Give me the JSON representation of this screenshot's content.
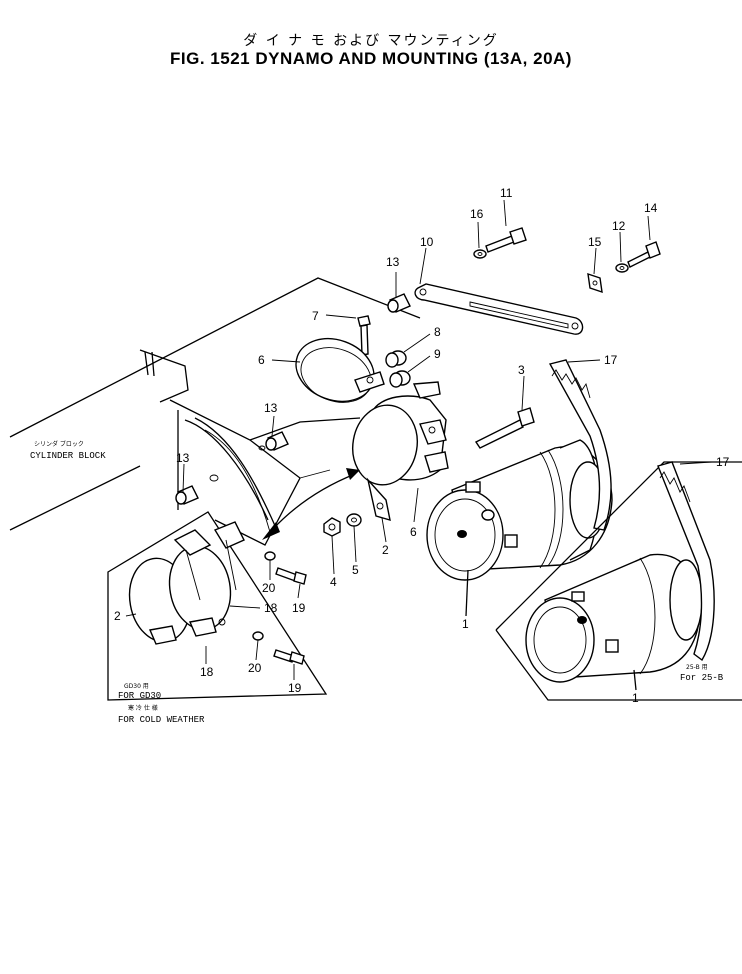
{
  "title": {
    "japanese": "ダ イ ナ モ  および  マウンティング",
    "english": "FIG. 1521  DYNAMO AND MOUNTING (13A, 20A)"
  },
  "callouts": {
    "c1a": "1",
    "c1b": "1",
    "c2a": "2",
    "c2b": "2",
    "c3": "3",
    "c4": "4",
    "c5": "5",
    "c6a": "6",
    "c6b": "6",
    "c7": "7",
    "c8": "8",
    "c9": "9",
    "c10": "10",
    "c11": "11",
    "c12": "12",
    "c13a": "13",
    "c13b": "13",
    "c13c": "13",
    "c14": "14",
    "c15": "15",
    "c16": "16",
    "c17a": "17",
    "c17b": "17",
    "c18a": "18",
    "c18b": "18",
    "c19a": "19",
    "c19b": "19",
    "c20a": "20",
    "c20b": "20"
  },
  "labels": {
    "cylinder_block_jp": "シリンダ ブロック",
    "cylinder_block": "CYLINDER BLOCK",
    "gd30_jp": "GD30 用",
    "for_gd30": "FOR GD30",
    "cold_weather_jp": "寒 冷 仕 様",
    "for_cold_weather": "FOR COLD WEATHER",
    "for_25b_jp": "25-B 用",
    "for_25b": "For 25-B"
  }
}
